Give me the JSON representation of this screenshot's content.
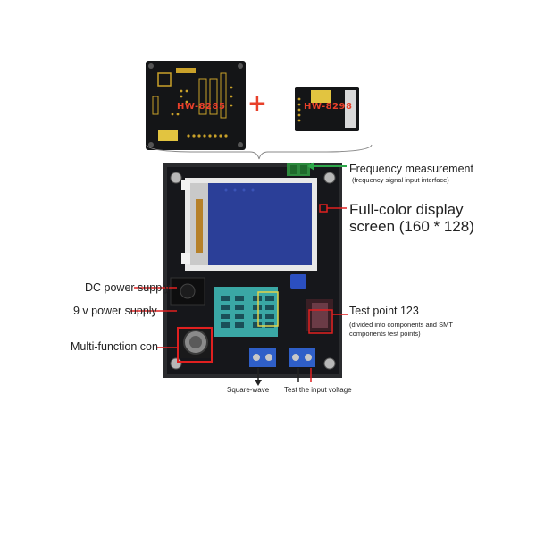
{
  "top_modules": {
    "left_module_label": "HW-8285",
    "right_module_label": "HW-8298",
    "plus_sign": "+"
  },
  "annotations": {
    "frequency_title": "Frequency measurement",
    "frequency_sub": "(frequency signal input interface)",
    "display_line1": "Full-color display",
    "display_line2": "screen (160 * 128)",
    "dc_power": "DC power supply",
    "nine_v_power": "9 v power supply",
    "multi_function": "Multi-function con",
    "test_point_title": "Test point 123",
    "test_point_sub1": "(divided into components and SMT",
    "test_point_sub2": "components test points)",
    "square_wave": "Square-wave",
    "test_input_voltage": "Test the input voltage"
  },
  "colors": {
    "pcb": "#16171b",
    "board_frame": "#3a3b3d",
    "callout_box": "#e02020",
    "arrow_green": "#2ea84a",
    "screen_blue": "#2b3f98",
    "socket_teal": "#3aa7a5",
    "terminal_blue": "#2f5fc8"
  }
}
